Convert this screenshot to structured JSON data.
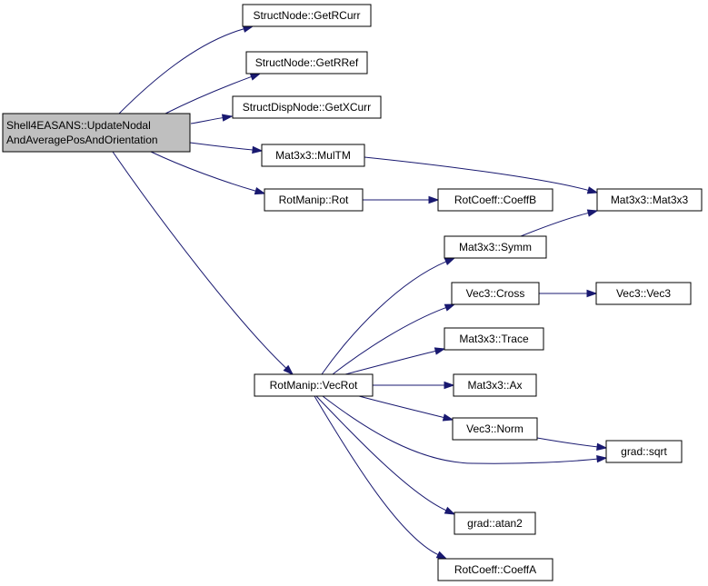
{
  "graph": {
    "colors": {
      "edge": "#191970",
      "root_fill": "#bfbfbf",
      "node_fill": "#ffffff",
      "border": "#000000"
    },
    "nodes": [
      {
        "id": "root",
        "lines": [
          "Shell4EASANS::UpdateNodal",
          "AndAveragePosAndOrientation"
        ]
      },
      {
        "id": "getrcurr",
        "lines": [
          "StructNode::GetRCurr"
        ]
      },
      {
        "id": "getrref",
        "lines": [
          "StructNode::GetRRef"
        ]
      },
      {
        "id": "getxcurr",
        "lines": [
          "StructDispNode::GetXCurr"
        ]
      },
      {
        "id": "multm",
        "lines": [
          "Mat3x3::MulTM"
        ]
      },
      {
        "id": "rot",
        "lines": [
          "RotManip::Rot"
        ]
      },
      {
        "id": "coeffb",
        "lines": [
          "RotCoeff::CoeffB"
        ]
      },
      {
        "id": "mat3x3",
        "lines": [
          "Mat3x3::Mat3x3"
        ]
      },
      {
        "id": "symm",
        "lines": [
          "Mat3x3::Symm"
        ]
      },
      {
        "id": "cross",
        "lines": [
          "Vec3::Cross"
        ]
      },
      {
        "id": "vec3",
        "lines": [
          "Vec3::Vec3"
        ]
      },
      {
        "id": "trace",
        "lines": [
          "Mat3x3::Trace"
        ]
      },
      {
        "id": "vecrot",
        "lines": [
          "RotManip::VecRot"
        ]
      },
      {
        "id": "ax",
        "lines": [
          "Mat3x3::Ax"
        ]
      },
      {
        "id": "norm",
        "lines": [
          "Vec3::Norm"
        ]
      },
      {
        "id": "sqrt",
        "lines": [
          "grad::sqrt"
        ]
      },
      {
        "id": "atan2",
        "lines": [
          "grad::atan2"
        ]
      },
      {
        "id": "coeffa",
        "lines": [
          "RotCoeff::CoeffA"
        ]
      }
    ],
    "edges": [
      {
        "from": "root",
        "to": "getrcurr"
      },
      {
        "from": "root",
        "to": "getrref"
      },
      {
        "from": "root",
        "to": "getxcurr"
      },
      {
        "from": "root",
        "to": "multm"
      },
      {
        "from": "root",
        "to": "rot"
      },
      {
        "from": "root",
        "to": "vecrot"
      },
      {
        "from": "multm",
        "to": "mat3x3"
      },
      {
        "from": "rot",
        "to": "coeffb"
      },
      {
        "from": "symm",
        "to": "mat3x3"
      },
      {
        "from": "cross",
        "to": "vec3"
      },
      {
        "from": "vecrot",
        "to": "symm"
      },
      {
        "from": "vecrot",
        "to": "cross"
      },
      {
        "from": "vecrot",
        "to": "trace"
      },
      {
        "from": "vecrot",
        "to": "ax"
      },
      {
        "from": "vecrot",
        "to": "norm"
      },
      {
        "from": "vecrot",
        "to": "sqrt"
      },
      {
        "from": "vecrot",
        "to": "atan2"
      },
      {
        "from": "vecrot",
        "to": "coeffa"
      },
      {
        "from": "norm",
        "to": "sqrt"
      }
    ]
  }
}
